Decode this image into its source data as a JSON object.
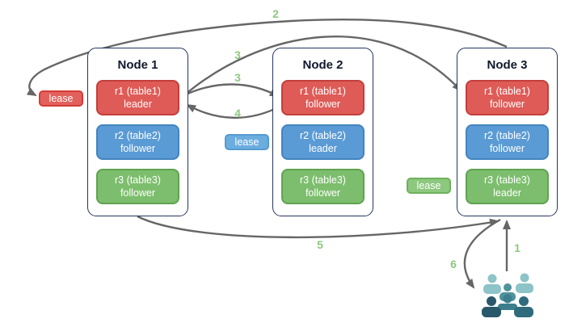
{
  "diagram": {
    "nodes": [
      {
        "title": "Node 1",
        "replicas": [
          {
            "range": "r1 (table1)",
            "role": "leader",
            "color": "#df5b57"
          },
          {
            "range": "r2 (table2)",
            "role": "follower",
            "color": "#5b9bd5"
          },
          {
            "range": "r3 (table3)",
            "role": "follower",
            "color": "#7cbe6d"
          }
        ]
      },
      {
        "title": "Node 2",
        "replicas": [
          {
            "range": "r1 (table1)",
            "role": "follower",
            "color": "#df5b57"
          },
          {
            "range": "r2 (table2)",
            "role": "leader",
            "color": "#5b9bd5"
          },
          {
            "range": "r3 (table3)",
            "role": "follower",
            "color": "#7cbe6d"
          }
        ]
      },
      {
        "title": "Node 3",
        "replicas": [
          {
            "range": "r1 (table1)",
            "role": "follower",
            "color": "#df5b57"
          },
          {
            "range": "r2 (table2)",
            "role": "follower",
            "color": "#5b9bd5"
          },
          {
            "range": "r3 (table3)",
            "role": "leader",
            "color": "#7cbe6d"
          }
        ]
      }
    ],
    "leases": [
      {
        "label": "lease",
        "color": "#e2615d"
      },
      {
        "label": "lease",
        "color": "#6caddf"
      },
      {
        "label": "lease",
        "color": "#8cc87e"
      }
    ],
    "steps": {
      "s1": "1",
      "s2": "2",
      "s3a": "3",
      "s3b": "3",
      "s4": "4",
      "s5": "5",
      "s6": "6"
    },
    "icons": {
      "users": "users-group-icon"
    },
    "colors": {
      "arrow": "#666666",
      "step_label": "#8ec87e",
      "node_border": "#24365c",
      "replica_red": "#df5b57",
      "replica_blue": "#5b9bd5",
      "replica_green": "#7cbe6d",
      "users_back": "#8cc4c7",
      "users_mid": "#4f929c",
      "users_front": "#29586b"
    }
  }
}
